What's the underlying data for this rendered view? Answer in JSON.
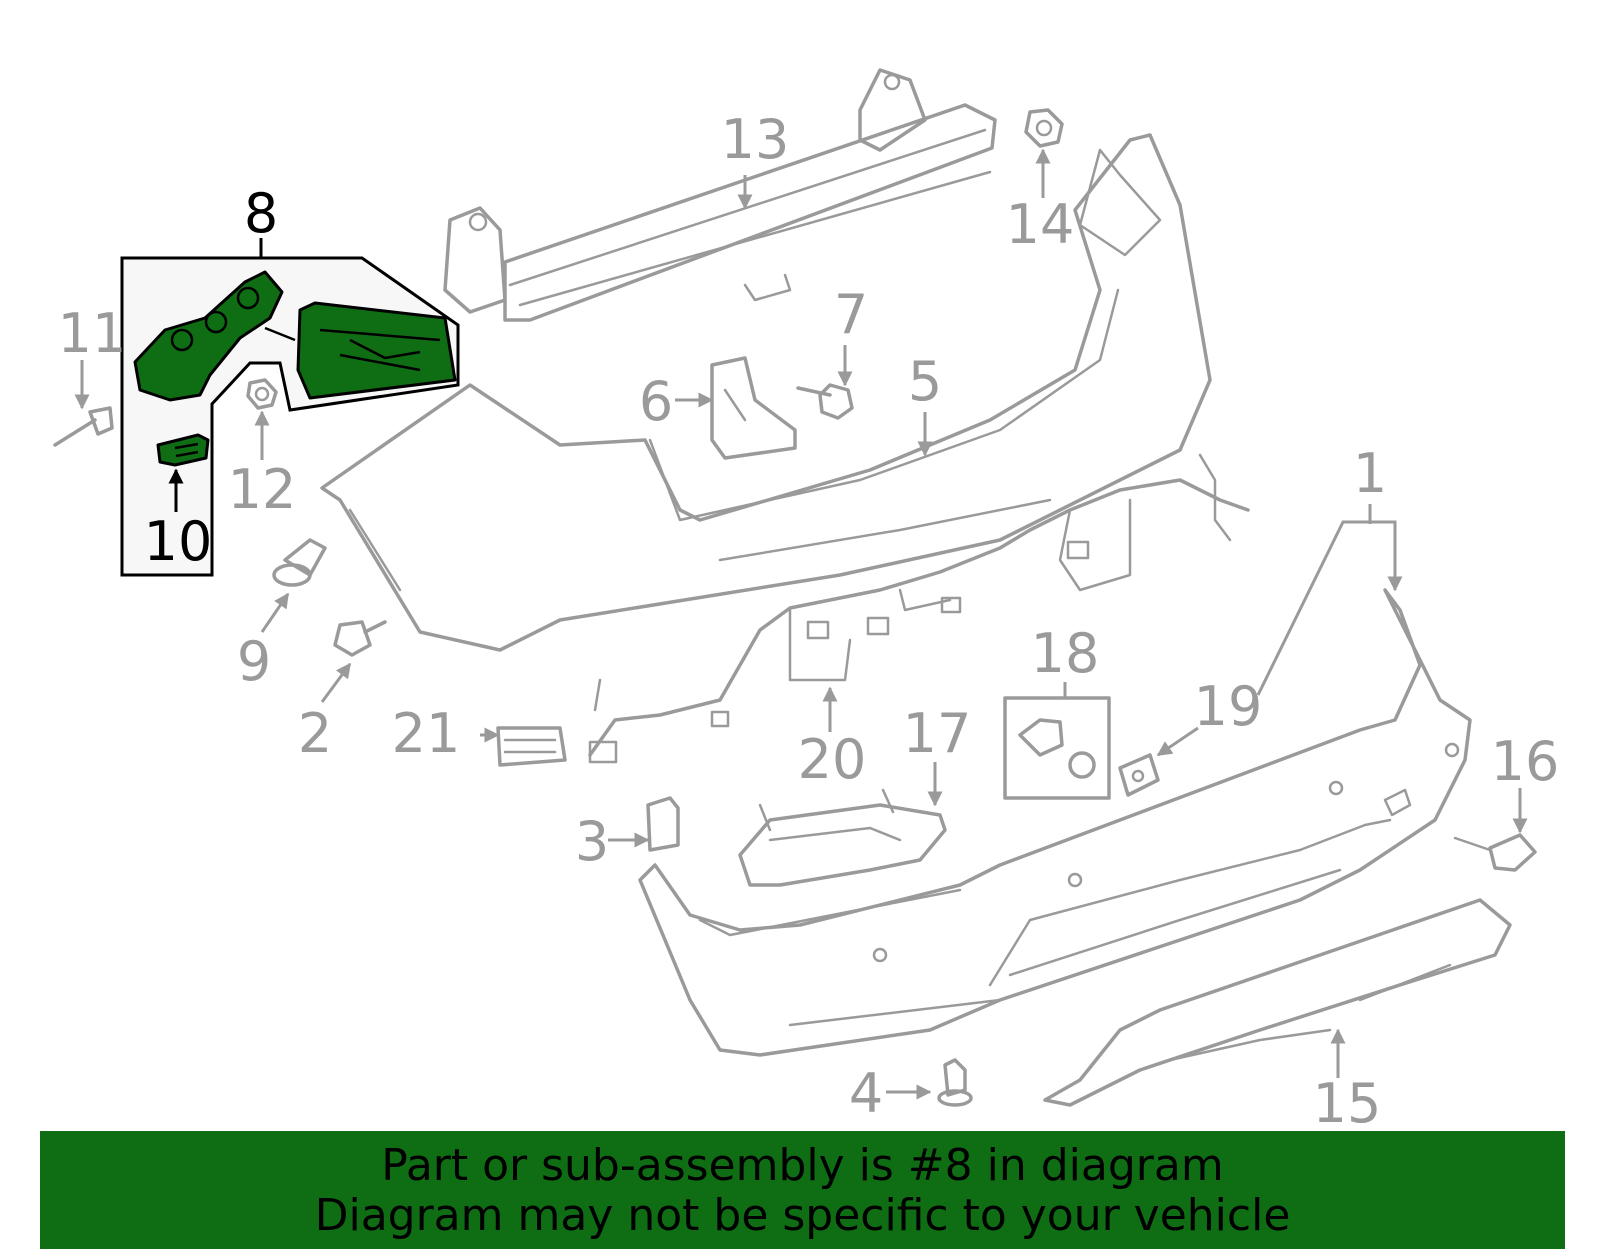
{
  "callouts": {
    "c1": "1",
    "c2": "2",
    "c3": "3",
    "c4": "4",
    "c5": "5",
    "c6": "6",
    "c7": "7",
    "c8": "8",
    "c9": "9",
    "c10": "10",
    "c11": "11",
    "c12": "12",
    "c13": "13",
    "c14": "14",
    "c15": "15",
    "c16": "16",
    "c17": "17",
    "c18": "18",
    "c19": "19",
    "c20": "20",
    "c21": "21"
  },
  "highlight_color": "#0f6d14",
  "highlighted_part": "8",
  "banner": {
    "line1": "Part or sub-assembly is #8 in diagram",
    "line2": "Diagram may not be specific to your vehicle"
  }
}
